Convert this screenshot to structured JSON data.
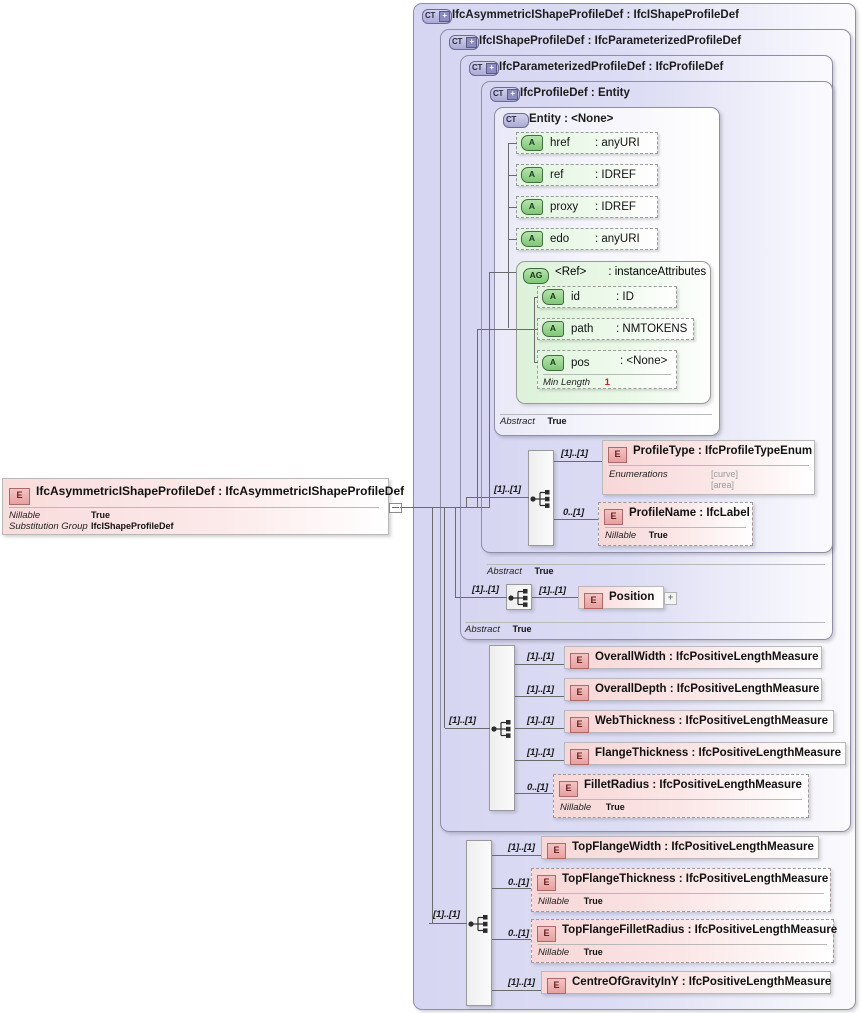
{
  "diagram": {
    "title": "IfcAsymmetricIShapeProfileDef XSD diagram",
    "root_element": {
      "icon": "element-icon",
      "label": "IfcAsymmetricIShapeProfileDef : IfcAsymmetricIShapeProfileDef",
      "props": [
        {
          "key": "Nillable",
          "value": "True"
        },
        {
          "key": "Substitution Group",
          "value": "IfcIShapeProfileDef"
        }
      ]
    },
    "containers": [
      {
        "icon": "complextype-plus-icon",
        "label": "IfcAsymmetricIShapeProfileDef : IfcIShapeProfileDef"
      },
      {
        "icon": "complextype-plus-icon",
        "label": "IfcIShapeProfileDef : IfcParameterizedProfileDef"
      },
      {
        "icon": "complextype-plus-icon",
        "label": "IfcParameterizedProfileDef : IfcProfileDef"
      },
      {
        "icon": "complextype-plus-icon",
        "label": "IfcProfileDef : Entity"
      },
      {
        "icon": "complextype-icon",
        "label": "Entity    : <None>"
      }
    ],
    "entity_attributes": [
      {
        "icon": "attribute-icon",
        "name": "href",
        "type": ": anyURI"
      },
      {
        "icon": "attribute-icon",
        "name": "ref",
        "type": ": IDREF"
      },
      {
        "icon": "attribute-icon",
        "name": "proxy",
        "type": ": IDREF"
      },
      {
        "icon": "attribute-icon",
        "name": "edo",
        "type": ": anyURI"
      }
    ],
    "attribute_group": {
      "icon": "attributegroup-icon",
      "name": "<Ref>",
      "type": ": instanceAttributes",
      "attributes": [
        {
          "icon": "attribute-icon",
          "name": "id",
          "type": ": ID"
        },
        {
          "icon": "attribute-icon",
          "name": "path",
          "type": ": NMTOKENS"
        },
        {
          "icon": "attribute-icon",
          "name": "pos",
          "type": ": <None>",
          "prop": {
            "key": "Min Length",
            "value": "1"
          }
        }
      ]
    },
    "abstract_flags": [
      {
        "key": "Abstract",
        "value": "True"
      },
      {
        "key": "Abstract",
        "value": "True"
      },
      {
        "key": "Abstract",
        "value": "True"
      },
      {
        "key": "Abstract",
        "value": "True"
      }
    ],
    "profiledef_group": {
      "compositor": "sequence-icon",
      "inbound_cardinality": "[1]..[1]",
      "children": [
        {
          "icon": "element-icon",
          "label": "ProfileType : IfcProfileTypeEnum",
          "cardinality": "[1]..[1]",
          "optional": false,
          "prop": {
            "key": "Enumerations",
            "values": [
              "[curve]",
              "[area]"
            ]
          }
        },
        {
          "icon": "element-icon",
          "label": "ProfileName  : IfcLabel",
          "cardinality": "0..[1]",
          "optional": true,
          "prop": {
            "key": "Nillable",
            "value": "True"
          }
        }
      ]
    },
    "parameterized_group": {
      "compositor": "sequence-icon",
      "inbound_cardinality": "[1]..[1]",
      "children": [
        {
          "icon": "element-icon",
          "label": "Position",
          "cardinality": "[1]..[1]",
          "optional": false,
          "expandable": true
        }
      ]
    },
    "ishape_group": {
      "compositor": "sequence-icon",
      "inbound_cardinality": "[1]..[1]",
      "children": [
        {
          "icon": "element-icon",
          "label": "OverallWidth : IfcPositiveLengthMeasure",
          "cardinality": "[1]..[1]",
          "optional": false
        },
        {
          "icon": "element-icon",
          "label": "OverallDepth : IfcPositiveLengthMeasure",
          "cardinality": "[1]..[1]",
          "optional": false
        },
        {
          "icon": "element-icon",
          "label": "WebThickness : IfcPositiveLengthMeasure",
          "cardinality": "[1]..[1]",
          "optional": false
        },
        {
          "icon": "element-icon",
          "label": "FlangeThickness : IfcPositiveLengthMeasure",
          "cardinality": "[1]..[1]",
          "optional": false
        },
        {
          "icon": "element-icon",
          "label": "FilletRadius : IfcPositiveLengthMeasure",
          "cardinality": "0..[1]",
          "optional": true,
          "prop": {
            "key": "Nillable",
            "value": "True"
          }
        }
      ]
    },
    "asymmetric_group": {
      "compositor": "sequence-icon",
      "inbound_cardinality": "[1]..[1]",
      "children": [
        {
          "icon": "element-icon",
          "label": "TopFlangeWidth : IfcPositiveLengthMeasure",
          "cardinality": "[1]..[1]",
          "optional": false
        },
        {
          "icon": "element-icon",
          "label": "TopFlangeThickness : IfcPositiveLengthMeasure",
          "cardinality": "0..[1]",
          "optional": true,
          "prop": {
            "key": "Nillable",
            "value": "True"
          }
        },
        {
          "icon": "element-icon",
          "label": "TopFlangeFilletRadius : IfcPositiveLengthMeasure",
          "cardinality": "0..[1]",
          "optional": true,
          "prop": {
            "key": "Nillable",
            "value": "True"
          }
        },
        {
          "icon": "element-icon",
          "label": "CentreOfGravityInY : IfcPositiveLengthMeasure",
          "cardinality": "[1]..[1]",
          "optional": false
        }
      ]
    },
    "colors": {
      "container_fill": "#d6d6f2",
      "element_fill": "#f7d7d7",
      "attribute_fill": "#e2f5e0",
      "line": "#6b6b6b",
      "required_marker": "#cc2020"
    }
  }
}
